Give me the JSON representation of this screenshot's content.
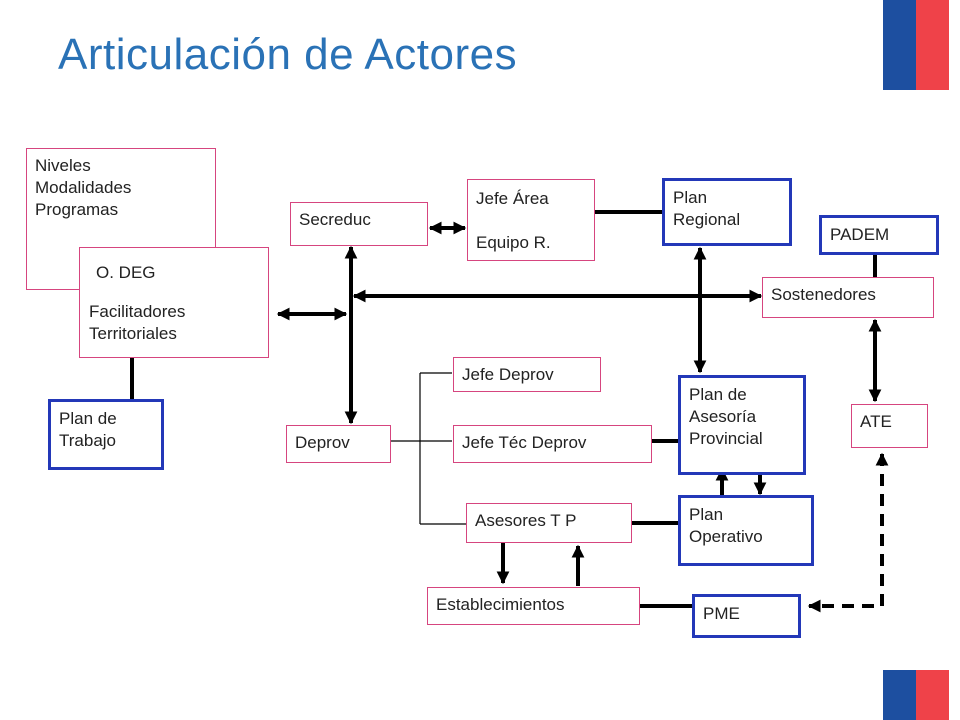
{
  "title": "Articulación de Actores",
  "colors": {
    "title": "#2a72b6",
    "pink_border": "#d6457f",
    "blue_border": "#2338b8",
    "flag_blue": "#1d4fa0",
    "flag_red": "#ef4249"
  },
  "nodes": {
    "niveles": "Niveles\nModalidades\nProgramas",
    "odeg": "O. DEG",
    "facilitadores": "Facilitadores\nTerritoriales",
    "plan_trabajo": "Plan de\nTrabajo",
    "secreduc": "Secreduc",
    "jefe_area": "Jefe Área",
    "equipo_r": "Equipo R.",
    "plan_regional": "Plan\nRegional",
    "padem": "PADEM",
    "sostenedores": "Sostenedores",
    "jefe_deprov": "Jefe Deprov",
    "jefe_tec_deprov": "Jefe Téc Deprov",
    "deprov": "Deprov",
    "plan_asesoria": "Plan de\nAsesoría\nProvincial",
    "ate": "ATE",
    "asesores": "Asesores T P",
    "plan_operativo": "Plan\nOperativo",
    "establecimientos": "Establecimientos",
    "pme": "PME"
  }
}
